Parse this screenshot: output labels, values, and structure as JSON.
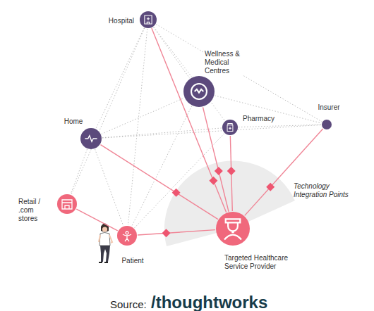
{
  "diagram": {
    "nodes": [
      {
        "text": [
          "Hospital"
        ]
      },
      {
        "text": [
          "Wellness & Medical Centres"
        ]
      },
      {
        "text": [
          "Pharmacy"
        ]
      },
      {
        "text": [
          "Insurer"
        ]
      },
      {
        "text": [
          "Home"
        ]
      },
      {
        "text": [
          "Retail / .com stores"
        ]
      },
      {
        "text": [
          "Patient"
        ]
      },
      {
        "text": [
          "Targeted Healthcare Service Provider"
        ]
      }
    ],
    "edges": [
      {
        "from": 0,
        "to": 4,
        "arrow": "none"
      },
      {
        "from": 0,
        "to": 5,
        "arrow": "none"
      },
      {
        "from": 0,
        "to": 6,
        "arrow": "none"
      },
      {
        "from": 0,
        "to": 1,
        "arrow": "none"
      },
      {
        "from": 0,
        "to": 3,
        "arrow": "none"
      },
      {
        "from": 0,
        "to": 2,
        "arrow": "none"
      },
      {
        "from": 4,
        "to": 1,
        "arrow": "none"
      },
      {
        "from": 4,
        "to": 2,
        "arrow": "none"
      },
      {
        "from": 4,
        "to": 3,
        "arrow": "none"
      },
      {
        "from": 4,
        "to": 5,
        "arrow": "none"
      },
      {
        "from": 4,
        "to": 6,
        "arrow": "none"
      },
      {
        "from": 1,
        "to": 3,
        "arrow": "none"
      },
      {
        "from": 1,
        "to": 6,
        "arrow": "none"
      },
      {
        "from": 2,
        "to": 6,
        "arrow": "none"
      },
      {
        "from": 2,
        "to": 3,
        "arrow": "none"
      },
      {
        "from": 5,
        "to": 6,
        "arrow": "none"
      },
      {
        "from": 0,
        "to": 7,
        "arrow": "none"
      },
      {
        "from": 1,
        "to": 7,
        "arrow": "none"
      },
      {
        "from": 2,
        "to": 7,
        "arrow": "none"
      },
      {
        "from": 3,
        "to": 7,
        "arrow": "none"
      },
      {
        "from": 4,
        "to": 7,
        "arrow": "none"
      },
      {
        "from": 6,
        "to": 7,
        "arrow": "none"
      }
    ],
    "labels": [
      "Technology Integration Points",
      "Source:",
      "/thoughtworks"
    ]
  }
}
